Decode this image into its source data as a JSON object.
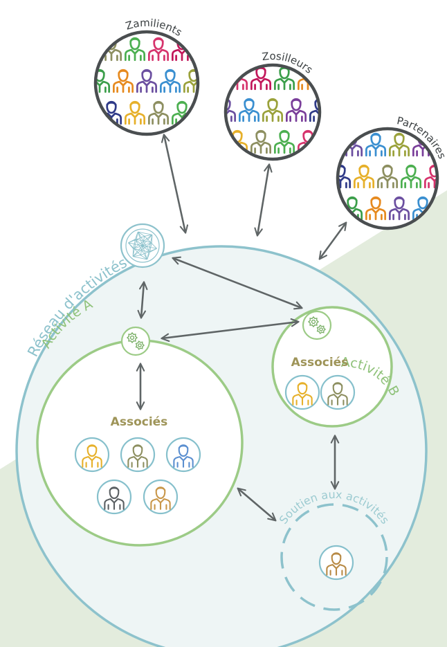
{
  "colors": {
    "background_wedge": "#e3ecdd",
    "network_fill": "#eef5f5",
    "network_stroke": "#8dc2cc",
    "activity_stroke": "#9ccb86",
    "activity_label": "#8fc27a",
    "arrow": "#5f6566",
    "crowd_ring": "#4a4e50",
    "associates_label": "#9e9458",
    "support_label": "#9ccbd1"
  },
  "communities": [
    {
      "label": "Zamilients",
      "icon": "people-crowd-icon"
    },
    {
      "label": "Zosilleurs",
      "icon": "people-crowd-icon"
    },
    {
      "label": "Partenaires",
      "icon": "people-crowd-icon"
    }
  ],
  "network": {
    "label": "Réseau d'activités",
    "icon": "network-globe-icon"
  },
  "activity_a": {
    "label": "Activité A",
    "icon": "gears-icon",
    "associates_label": "Associés",
    "associates": [
      {
        "color": "#e6b02a"
      },
      {
        "color": "#8d8f60"
      },
      {
        "color": "#5b8fd0"
      },
      {
        "color": "#5a5f62"
      },
      {
        "color": "#c9974a"
      }
    ]
  },
  "activity_b": {
    "label": "Activité B",
    "icon": "gears-icon",
    "associates_label": "Associés",
    "associates": [
      {
        "color": "#e6b02a"
      },
      {
        "color": "#8d8f60"
      }
    ]
  },
  "support": {
    "label": "Soutien aux activités",
    "person": {
      "color": "#b88a45"
    }
  }
}
